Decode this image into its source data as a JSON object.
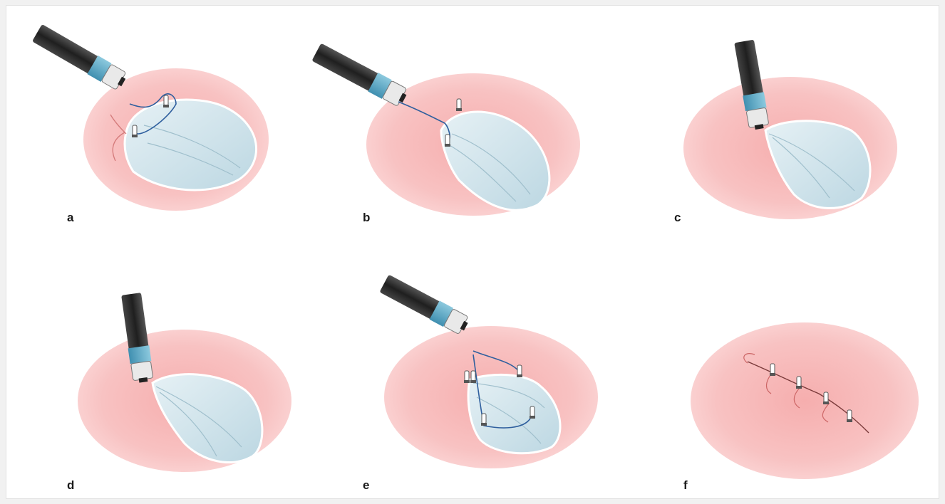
{
  "figure": {
    "panels": [
      {
        "id": "a",
        "label": "a"
      },
      {
        "id": "b",
        "label": "b"
      },
      {
        "id": "c",
        "label": "c"
      },
      {
        "id": "d",
        "label": "d"
      },
      {
        "id": "e",
        "label": "e"
      },
      {
        "id": "f",
        "label": "f"
      }
    ]
  },
  "colors": {
    "tissue": "#f7b9b9",
    "defect": "#d6e8ef",
    "endoscope": "#2e2e2e",
    "cap": "#5aa7c4",
    "thread": "#2f5f9e"
  }
}
